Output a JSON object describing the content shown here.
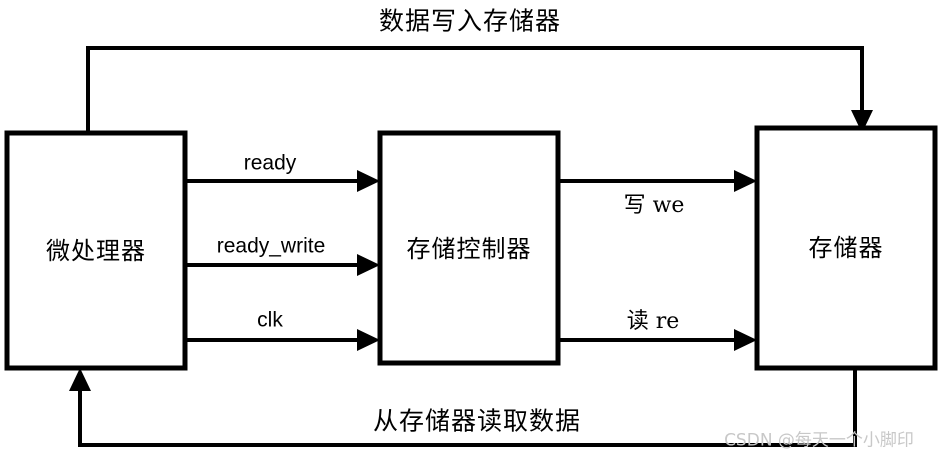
{
  "diagram": {
    "title_top": "数据写入存储器",
    "title_bottom": "从存储器读取数据",
    "blocks": [
      {
        "id": "microprocessor",
        "label": "微处理器"
      },
      {
        "id": "memory-controller",
        "label": "存储控制器"
      },
      {
        "id": "memory",
        "label": "存储器"
      }
    ],
    "signals": [
      {
        "id": "ready",
        "label": "ready",
        "from": "microprocessor",
        "to": "memory-controller"
      },
      {
        "id": "ready_write",
        "label": "ready_write",
        "from": "microprocessor",
        "to": "memory-controller"
      },
      {
        "id": "clk",
        "label": "clk",
        "from": "microprocessor",
        "to": "memory-controller"
      },
      {
        "id": "we",
        "label": "写 we",
        "from": "memory-controller",
        "to": "memory"
      },
      {
        "id": "re",
        "label": "读 re",
        "from": "memory-controller",
        "to": "memory"
      }
    ],
    "buses": [
      {
        "id": "write-data-bus",
        "label": "数据写入存储器",
        "from": "microprocessor",
        "to": "memory"
      },
      {
        "id": "read-data-bus",
        "label": "从存储器读取数据",
        "from": "memory",
        "to": "microprocessor"
      }
    ],
    "colors": {
      "stroke": "#000000",
      "fill": "#ffffff",
      "watermark": "#c8c8c8"
    }
  },
  "watermark": {
    "text": "CSDN @每天一个小脚印"
  }
}
